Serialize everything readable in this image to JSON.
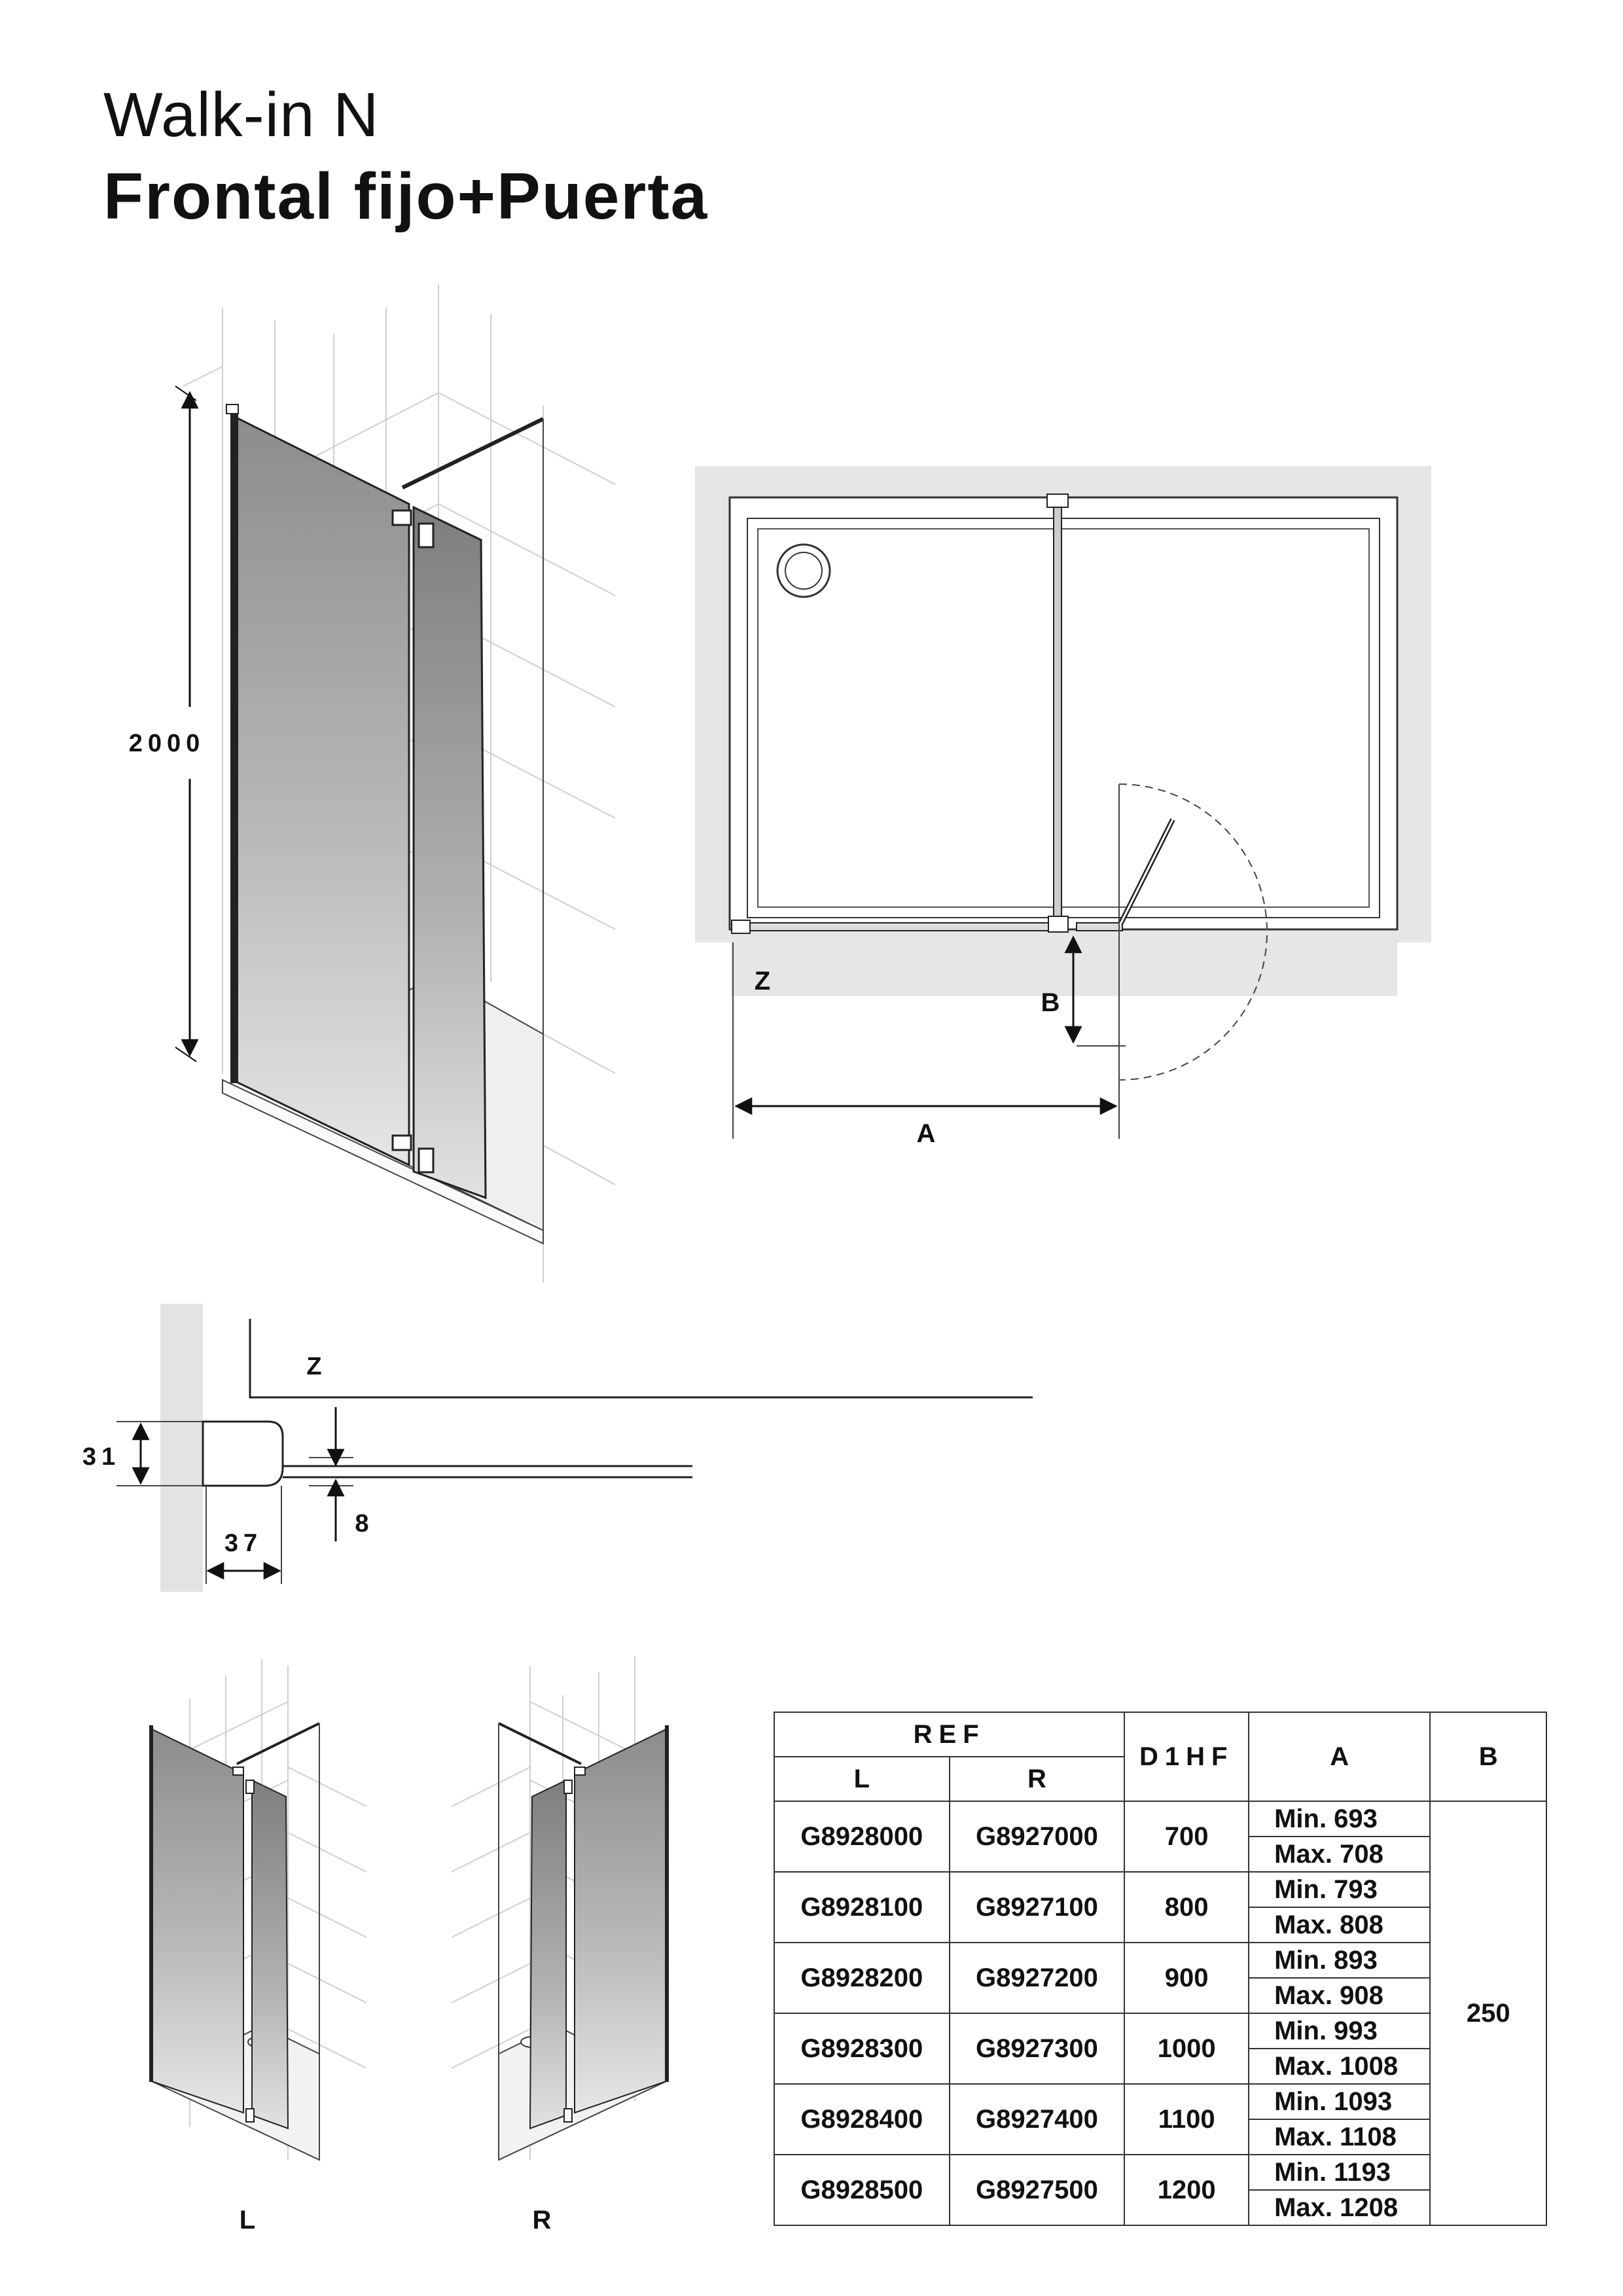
{
  "header": {
    "line1": "Walk-in N",
    "line2": "Frontal fijo+Puerta"
  },
  "dimensions": {
    "height": "2000",
    "z": "Z",
    "a": "A",
    "b": "B",
    "profile_height": "31",
    "profile_width": "37",
    "gap": "8",
    "z_detail": "Z"
  },
  "variants": {
    "left": "L",
    "right": "R"
  },
  "table": {
    "headers": {
      "ref": "REF",
      "l": "L",
      "r": "R",
      "d1hf": "D1HF",
      "a": "A",
      "b": "B"
    },
    "b_value": "250",
    "rows": [
      {
        "l": "G8928000",
        "r": "G8927000",
        "d1hf": "700",
        "min": "Min.  693",
        "max": "Max. 708"
      },
      {
        "l": "G8928100",
        "r": "G8927100",
        "d1hf": "800",
        "min": "Min.  793",
        "max": "Max. 808"
      },
      {
        "l": "G8928200",
        "r": "G8927200",
        "d1hf": "900",
        "min": "Min.  893",
        "max": "Max. 908"
      },
      {
        "l": "G8928300",
        "r": "G8927300",
        "d1hf": "1000",
        "min": "Min.  993",
        "max": "Max. 1008"
      },
      {
        "l": "G8928400",
        "r": "G8927400",
        "d1hf": "1100",
        "min": "Min.  1093",
        "max": "Max. 1108"
      },
      {
        "l": "G8928500",
        "r": "G8927500",
        "d1hf": "1200",
        "min": "Min.  1193",
        "max": "Max. 1208"
      }
    ]
  }
}
